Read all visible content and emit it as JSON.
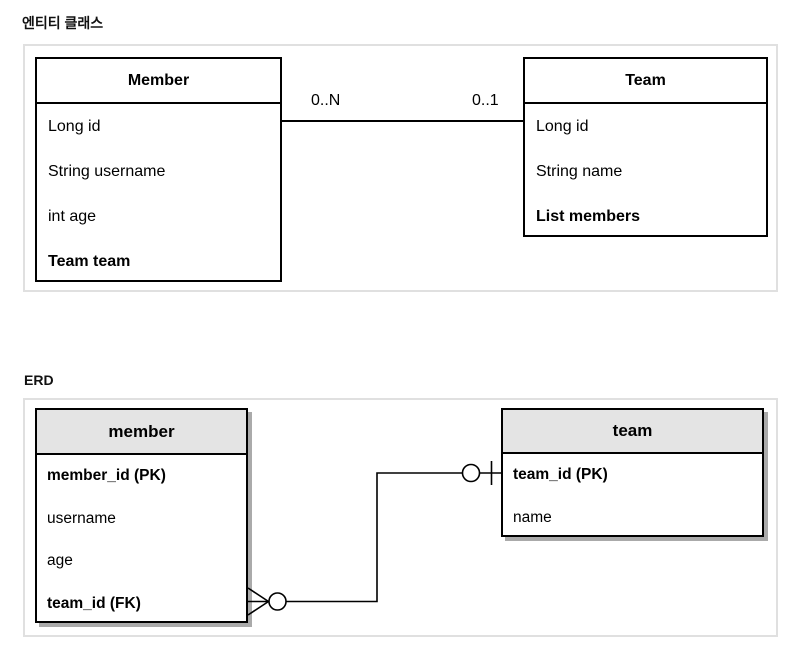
{
  "entity_section": {
    "title": "엔티티 클래스",
    "member_class": {
      "name": "Member",
      "attributes": [
        "Long id",
        "String username",
        "int age",
        "Team team"
      ]
    },
    "team_class": {
      "name": "Team",
      "attributes": [
        "Long id",
        "String name",
        "List members"
      ]
    },
    "relation": {
      "member_multiplicity": "0..N",
      "team_multiplicity": "0..1"
    }
  },
  "erd_section": {
    "title": "ERD",
    "member_table": {
      "name": "member",
      "columns": [
        "member_id (PK)",
        "username",
        "age",
        "team_id (FK)"
      ]
    },
    "team_table": {
      "name": "team",
      "columns": [
        "team_id (PK)",
        "name"
      ]
    }
  },
  "colors": {
    "box_border": "#000000",
    "panel_border": "#e0e0e0",
    "table_header_fill": "#e4e4e4",
    "table_shadow": "#aaaaaa"
  }
}
